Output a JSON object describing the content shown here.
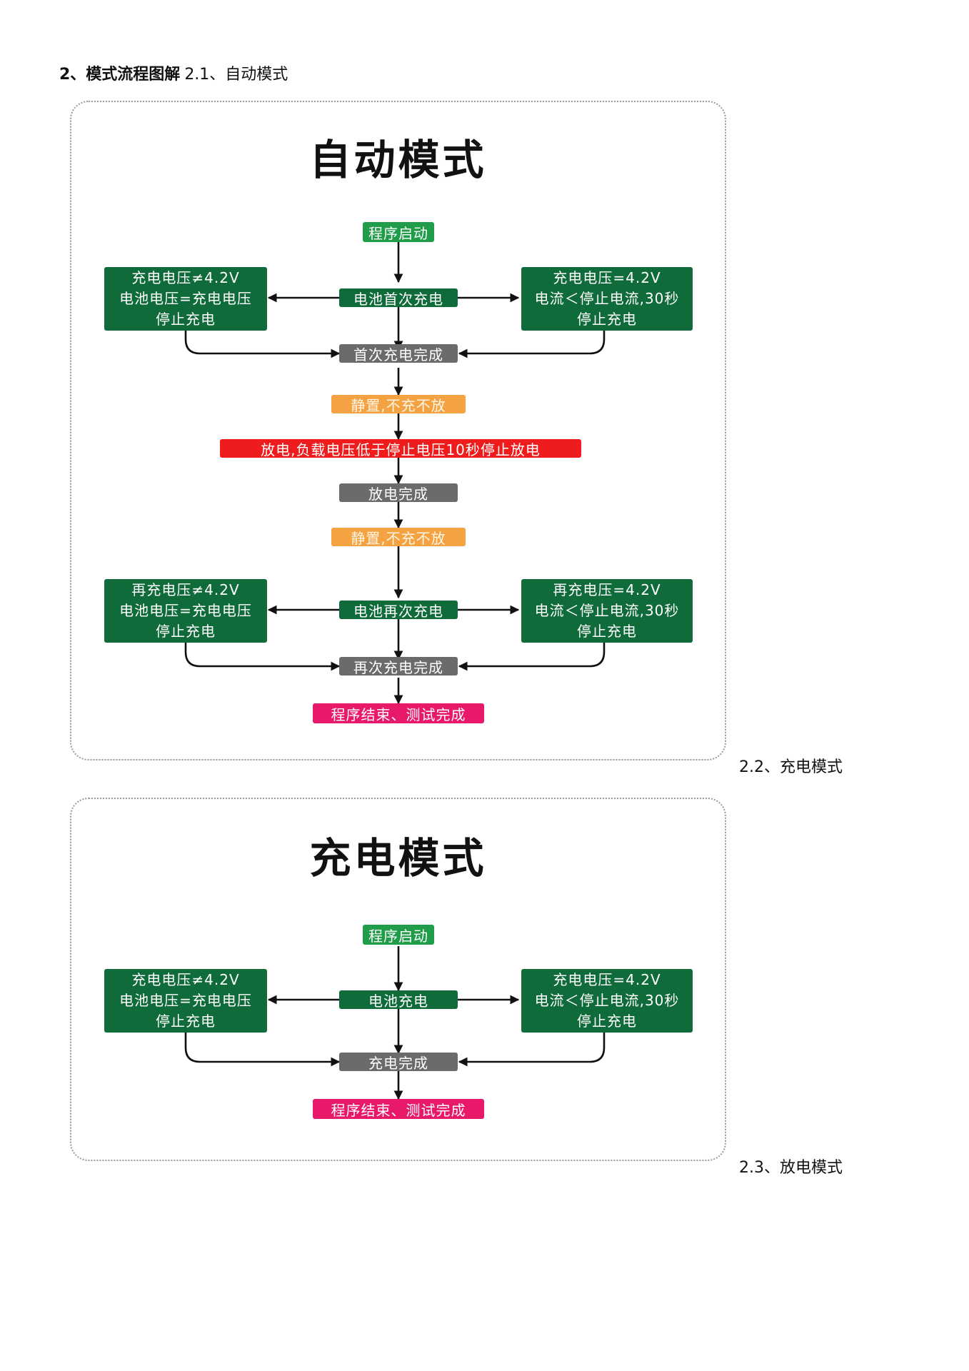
{
  "heading": {
    "bold": "2、模式流程图解",
    "sub": "2.1、自动模式"
  },
  "captions": {
    "charge": "2.2、充电模式",
    "discharge": "2.3、放电模式"
  },
  "auto": {
    "title": "自动模式",
    "start": "程序启动",
    "first_charge": "电池首次充电",
    "left1": [
      "充电电压≠4.2V",
      "电池电压=充电电压",
      "停止充电"
    ],
    "right1": [
      "充电电压=4.2V",
      "电流＜停止电流,30秒",
      "停止充电"
    ],
    "first_done": "首次充电完成",
    "rest1": "静置,不充不放",
    "discharge": "放电,负载电压低于停止电压10秒停止放电",
    "discharge_done": "放电完成",
    "rest2": "静置,不充不放",
    "second_charge": "电池再次充电",
    "left2": [
      "再充电压≠4.2V",
      "电池电压=充电电压",
      "停止充电"
    ],
    "right2": [
      "再充电压=4.2V",
      "电流＜停止电流,30秒",
      "停止充电"
    ],
    "second_done": "再次充电完成",
    "end": "程序结束、测试完成"
  },
  "charge": {
    "title": "充电模式",
    "start": "程序启动",
    "charging": "电池充电",
    "left": [
      "充电电压≠4.2V",
      "电池电压=充电电压",
      "停止充电"
    ],
    "right": [
      "充电电压=4.2V",
      "电流＜停止电流,30秒",
      "停止充电"
    ],
    "done": "充电完成",
    "end": "程序结束、测试完成"
  }
}
